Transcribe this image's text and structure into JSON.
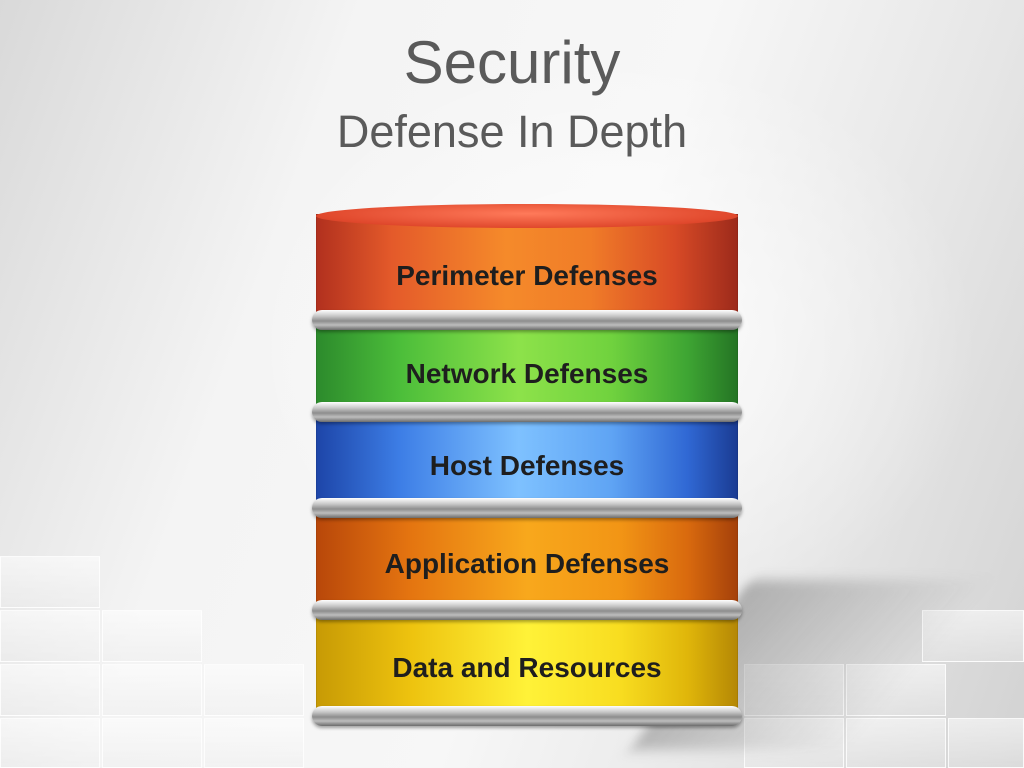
{
  "title": "Security",
  "subtitle": "Defense In Depth",
  "layers": [
    {
      "label": "Perimeter Defenses",
      "color": "#f07c28"
    },
    {
      "label": "Network Defenses",
      "color": "#6cd03e"
    },
    {
      "label": "Host Defenses",
      "color": "#5fa4f4"
    },
    {
      "label": "Application Defenses",
      "color": "#f29515"
    },
    {
      "label": "Data and Resources",
      "color": "#f8dd20"
    }
  ]
}
